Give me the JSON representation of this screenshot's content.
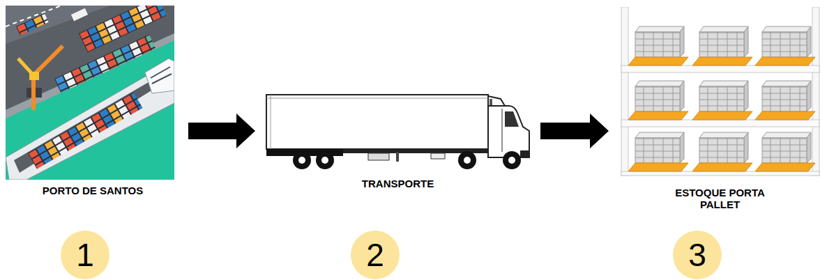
{
  "diagram": {
    "nodes": [
      {
        "text": [
          "PORTO DE SANTOS"
        ]
      },
      {
        "text": [
          "TRANSPORTE"
        ]
      },
      {
        "text": [
          "ESTOQUE PORTA PALLET"
        ]
      },
      {
        "text": [
          "1"
        ]
      },
      {
        "text": [
          "2"
        ]
      },
      {
        "text": [
          "3"
        ]
      }
    ],
    "edges": [
      {
        "from": 0,
        "to": 1,
        "arrow": "to"
      },
      {
        "from": 1,
        "to": 2,
        "arrow": "to"
      }
    ]
  }
}
